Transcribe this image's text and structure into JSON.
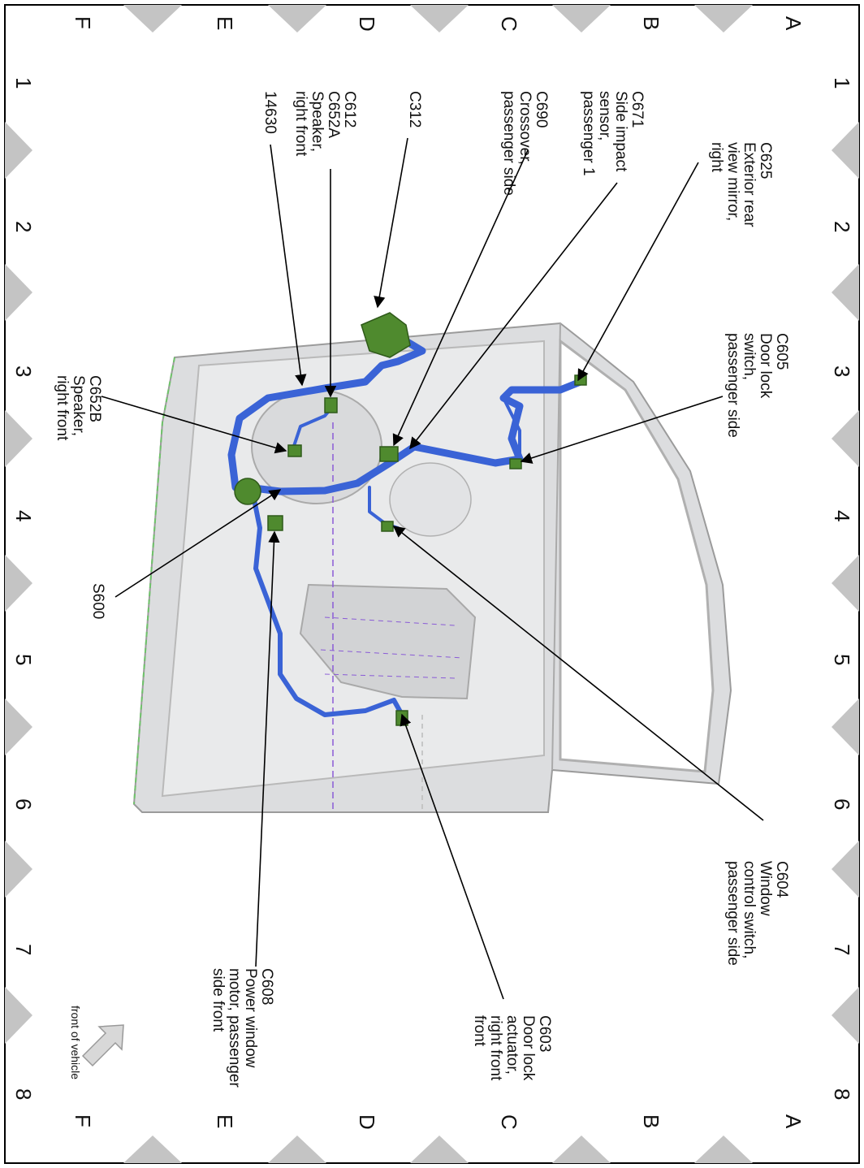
{
  "grid": {
    "columns": [
      "A",
      "B",
      "C",
      "D",
      "E",
      "F"
    ],
    "rows": [
      "1",
      "2",
      "3",
      "4",
      "5",
      "6",
      "7",
      "8"
    ]
  },
  "labels": {
    "c625": "C625\nExterior rear\nview mirror,\nright",
    "c671": "C671\nSide impact\nsensor,\npassenger 1",
    "c690": "C690\nCrossover,\npassenger side",
    "c312": "C312",
    "c612": "C612\nC652A\nSpeaker,\nright front",
    "n14630": "14630",
    "c605": "C605\nDoor lock\nswitch,\npassenger side",
    "c652b": "C652B\nSpeaker,\nright front",
    "s600": "S600",
    "c604": "C604\nWindow\ncontrol switch,\npassenger side",
    "c603": "C603\nDoor lock\nactuator,\nright front\nfront",
    "c608": "C608\nPower window\nmotor, passenger\nside front",
    "front_of_vehicle": "front of vehicle"
  },
  "colors": {
    "harness": "#3a63d6",
    "connector": "#4f8a2e",
    "door_panel": "#dedfe0",
    "grid_marker": "#c4c4c4"
  }
}
